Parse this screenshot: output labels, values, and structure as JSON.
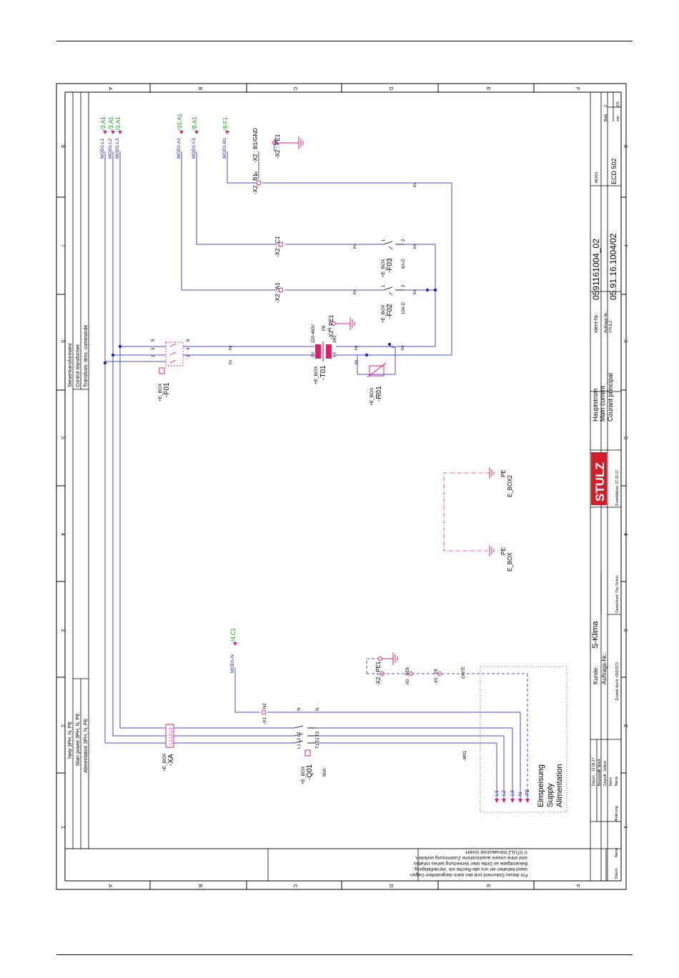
{
  "colors": {
    "wire": "#4a4ad0",
    "component": "#e0206a",
    "connector_ref": "#1a9a1a",
    "bus_label": "#2020c0",
    "frame": "#000000",
    "logo_bg": "#d21e2b"
  },
  "grid": {
    "rows": [
      "A",
      "B",
      "C",
      "D",
      "E",
      "F"
    ],
    "cols": [
      "1",
      "2",
      "3",
      "4",
      "5",
      "6",
      "7",
      "8"
    ]
  },
  "power_notes": {
    "net": [
      "Netz 3PH, N, PE",
      "Main power 3PH, N, PE",
      "Alimentation 3PH, N, PE"
    ],
    "ctrl": [
      "Steuertransformator",
      "Control transformer",
      "Transform. tens. commande"
    ]
  },
  "supply": {
    "title": [
      "Einspeisung",
      "Supply",
      "Alimentation"
    ],
    "terminals": [
      "L1",
      "L2",
      "L3",
      "N",
      "PE"
    ],
    "w01": "-W01",
    "gnye": "GNYE"
  },
  "components": {
    "xa": {
      "box": "+E_BOX",
      "name": "-XA",
      "pins": "L1 L2 L3"
    },
    "q01": {
      "box": "+E_BOX",
      "name": "-Q01",
      "rating": "80A",
      "top": "L1 L2 L3",
      "bottom": "T1 T2 T3"
    },
    "f01": {
      "box": "+E_BOX",
      "name": "-F01",
      "pins_in": [
        "1",
        "3",
        "5"
      ],
      "pins_out": [
        "2",
        "4",
        "6"
      ]
    },
    "t01": {
      "box": "+E_BOX",
      "name": "-T01",
      "primary": "220-460V",
      "secondary": "24V",
      "zero": "0V",
      "pe": "PE",
      "n": "N"
    },
    "r01": {
      "box": "+E_BOX",
      "name": "-R01"
    },
    "f02": {
      "box": "+E_BOX",
      "name": "-F02",
      "rating": "10A-D",
      "pin1": "1",
      "pin2": "2"
    },
    "f03": {
      "box": "+E_BOX",
      "name": "-F03",
      "rating": "6A-D",
      "pin1": "1",
      "pin2": "2"
    },
    "x1_n2": {
      "tag": "-X1",
      "pin": "N2",
      "wire": "N",
      "wire2": "N"
    },
    "x2_a1": "-X2 : A1",
    "x2_c1": "-X2 : C1",
    "x2_b1": "-X2 : B1",
    "x2_b1gnd": "-X2 : B1/GND",
    "x2_pe1_top": "-X2 : PE1",
    "x2_pe1_mid": "-X2 : PE1",
    "x2_pe1_bottom": "-X2 : PE1",
    "x0_pe8": "-X0 : PE8",
    "x0_pe": "-X0 : PE",
    "pe_ebox": [
      "PE",
      "E_BOX"
    ],
    "pe_ebox2": [
      "PE",
      "E_BOX2"
    ],
    "kb": "Kb"
  },
  "buses": {
    "l1": {
      "label": "MOD1-L1",
      "ref": "/3.A1"
    },
    "l2": {
      "label": "MOD1-L2",
      "ref": "/3.A1"
    },
    "l3": {
      "label": "MOD1-L3",
      "ref": "/3.A1"
    },
    "a1": {
      "label": "MOD1-A1",
      "ref": "/15.A1"
    },
    "c1": {
      "label": "MOD1-C1",
      "ref": "/8.A1"
    },
    "b1": {
      "label": "MOD1-B1",
      "ref": "/8.F1"
    },
    "n": {
      "label": "MOD1-N",
      "ref": "/4.C1"
    }
  },
  "title_block": {
    "headline": [
      "Hauptstrom",
      "Main current",
      "Courant principal"
    ],
    "kunde_label": "Kunde:",
    "kunde_value": "S-Klima",
    "auftrag_label": "Auftrags-Nr.:",
    "ersetzt": "Ersetzt durch: 69/10173",
    "gezeichnet": "Gezeichnet: T.to./Schrb.",
    "erstelldatum": "Erstelldatum: 27.02.17",
    "ident_label": "Ident-Nr.:",
    "ident_value": "0591161004_02",
    "auftrag_nr_label": "Auftrags-Nr.:",
    "stulz_label": "STULZ:",
    "doc_number": "05.91.16.1004/02",
    "module": "-MOD1",
    "ecd": "ECD 502",
    "blatt_label": "Blatt",
    "blatt": "2",
    "von_label": "von",
    "von": "2/5",
    "datum_label": "Datum",
    "datum": "13.06.17",
    "bearbeiter_label": "Bearbeiter",
    "bearbeiter": "P. Noeß",
    "geprueft_label": "Geprüft",
    "geprueft": "Jodest",
    "norm_label": "Norm",
    "aenderung_label": "Änderung",
    "name_label": "Name",
    "logo": "STULZ",
    "copyright": [
      "Für dieses Dokument und den darin dargestellten Gegen-",
      "stand behalten wir uns alle Rechte vor. Vervielfältigung,",
      "Bekanntgabe an Dritte oder Verwertung seines Inhaltes",
      "sind ohne unsere ausdrückliche Zustimmung verboten.",
      "© STULZ Klimatechnik GmbH"
    ],
    "datum_footer": "Datum",
    "name_footer": "Name"
  }
}
